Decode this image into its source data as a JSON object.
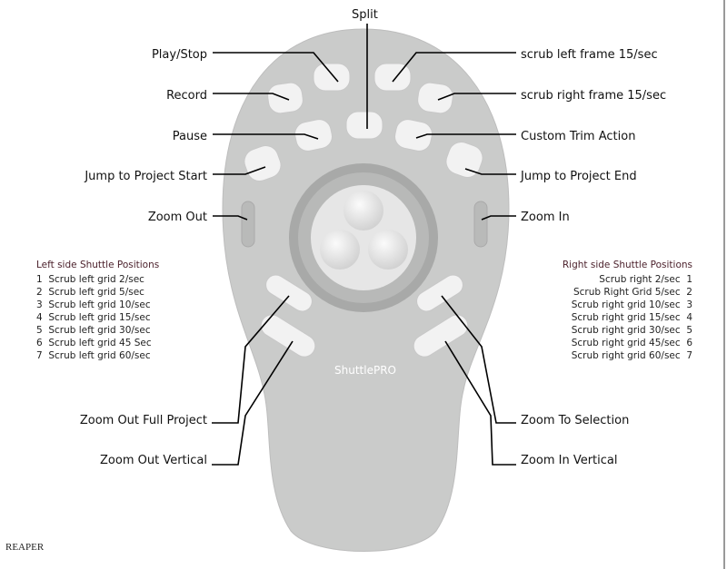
{
  "title": "Split",
  "labels": {
    "split": "Split",
    "play_stop": "Play/Stop",
    "record": "Record",
    "pause": "Pause",
    "jump_start": "Jump to Project Start",
    "zoom_out": "Zoom Out",
    "scrub_left_frame": "scrub left frame 15/sec",
    "scrub_right_frame": "scrub right frame 15/sec",
    "custom_trim": "Custom Trim Action",
    "jump_end": "Jump to Project End",
    "zoom_in": "Zoom In",
    "zoom_out_full": "Zoom Out Full Project",
    "zoom_out_vertical": "Zoom Out Vertical",
    "zoom_to_selection": "Zoom To Selection",
    "zoom_in_vertical": "Zoom In Vertical"
  },
  "left_shuttle": {
    "heading": "Left side Shuttle Positions",
    "items": [
      "1  Scrub left grid 2/sec",
      "2  Scrub left grid 5/sec",
      "3  Scrub left grid 10/sec",
      "4  Scrub left grid 15/sec",
      "5  Scrub left grid 30/sec",
      "6  Scrub left grid 45 Sec",
      "7  Scrub left grid 60/sec"
    ]
  },
  "right_shuttle": {
    "heading": "Right side Shuttle Positions",
    "items": [
      "Scrub right 2/sec  1",
      "Scrub Right Grid 5/sec  2",
      "Scrub right grid 10/sec  3",
      "Scrub right grid 15/sec  4",
      "Scrub right grid 30/sec  5",
      "Scrub right grid 45/sec  6",
      "Scrub right grid 60/sec  7"
    ]
  },
  "device_brand": "ShuttlePRO",
  "footer": "REAPER",
  "colors": {
    "device": "#c9cac9",
    "ring": "#a9aaa9",
    "button": "#f2f2f2"
  }
}
